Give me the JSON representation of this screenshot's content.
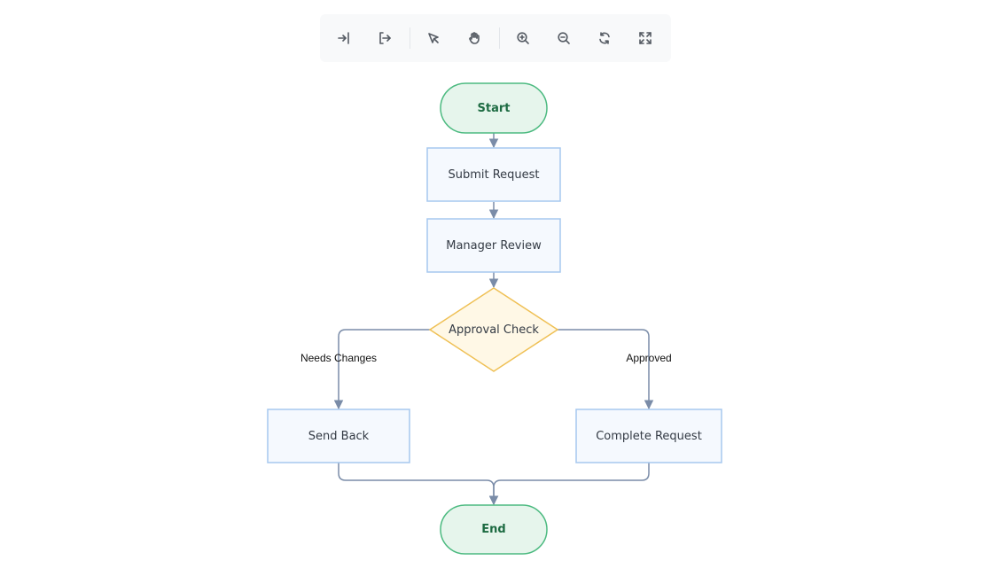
{
  "toolbar": {
    "buttons": [
      {
        "name": "import-icon",
        "title": "Import"
      },
      {
        "name": "export-icon",
        "title": "Export"
      },
      {
        "name": "select-pointer-icon",
        "title": "Select"
      },
      {
        "name": "pan-hand-icon",
        "title": "Pan"
      },
      {
        "name": "zoom-in-icon",
        "title": "Zoom in"
      },
      {
        "name": "zoom-out-icon",
        "title": "Zoom out"
      },
      {
        "name": "reset-rotate-icon",
        "title": "Reset"
      },
      {
        "name": "fit-view-icon",
        "title": "Fit view"
      }
    ]
  },
  "flowchart": {
    "nodes": {
      "start": {
        "label": "Start",
        "shape": "terminal"
      },
      "submit": {
        "label": "Submit Request",
        "shape": "process"
      },
      "review": {
        "label": "Manager Review",
        "shape": "process"
      },
      "approval": {
        "label": "Approval Check",
        "shape": "decision"
      },
      "send_back": {
        "label": "Send Back",
        "shape": "process"
      },
      "complete": {
        "label": "Complete Request",
        "shape": "process"
      },
      "end": {
        "label": "End",
        "shape": "terminal"
      }
    },
    "edges": [
      {
        "from": "start",
        "to": "submit",
        "label": ""
      },
      {
        "from": "submit",
        "to": "review",
        "label": ""
      },
      {
        "from": "review",
        "to": "approval",
        "label": ""
      },
      {
        "from": "approval",
        "to": "send_back",
        "label": "Needs Changes"
      },
      {
        "from": "approval",
        "to": "complete",
        "label": "Approved"
      },
      {
        "from": "send_back",
        "to": "end",
        "label": ""
      },
      {
        "from": "complete",
        "to": "end",
        "label": ""
      }
    ],
    "colors": {
      "terminal_fill": "#e6f5ec",
      "terminal_stroke": "#4cba80",
      "terminal_text": "#1d6b42",
      "process_fill": "#f5f9fe",
      "process_stroke": "#a6c8ef",
      "decision_fill": "#fff8e6",
      "decision_stroke": "#efc055",
      "edge": "#7a8ca8"
    }
  }
}
